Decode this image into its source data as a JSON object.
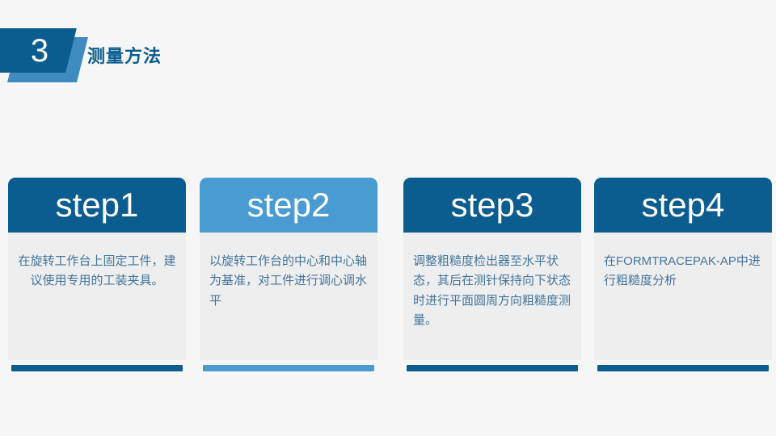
{
  "slide": {
    "background_color": "#f6f6f6",
    "header": {
      "badge_number": "3",
      "badge_color_main": "#0b5c8f",
      "badge_color_accent": "#3f8dc0",
      "title": "测量方法",
      "title_color": "#0b5c8f"
    }
  },
  "cards": [
    {
      "id": "card-1",
      "label": "step1",
      "body": "在旋转工作台上固定工件，建议使用专用的工装夹具。",
      "align": "center",
      "header_color": "#0b5c8f",
      "footer_color": "#0b5c8f",
      "body_color": "#eeeeee"
    },
    {
      "id": "card-2",
      "label": "step2",
      "body": "以旋转工作台的中心和中心轴为基准，对工件进行调心调水平",
      "align": "left",
      "header_color": "#4a9bd1",
      "footer_color": "#4a9bd1",
      "body_color": "#eeeeee"
    },
    {
      "id": "card-3",
      "label": "step3",
      "body": "调整粗糙度检出器至水平状态，其后在测针保持向下状态时进行平面圆周方向粗糙度测量。",
      "align": "left",
      "header_color": "#0b5c8f",
      "footer_color": "#0b5c8f",
      "body_color": "#eeeeee"
    },
    {
      "id": "card-4",
      "label": "step4",
      "body": "在FORMTRACEPAK-AP中进行粗糙度分析",
      "align": "left",
      "header_color": "#0b5c8f",
      "footer_color": "#0b5c8f",
      "body_color": "#eeeeee"
    }
  ]
}
